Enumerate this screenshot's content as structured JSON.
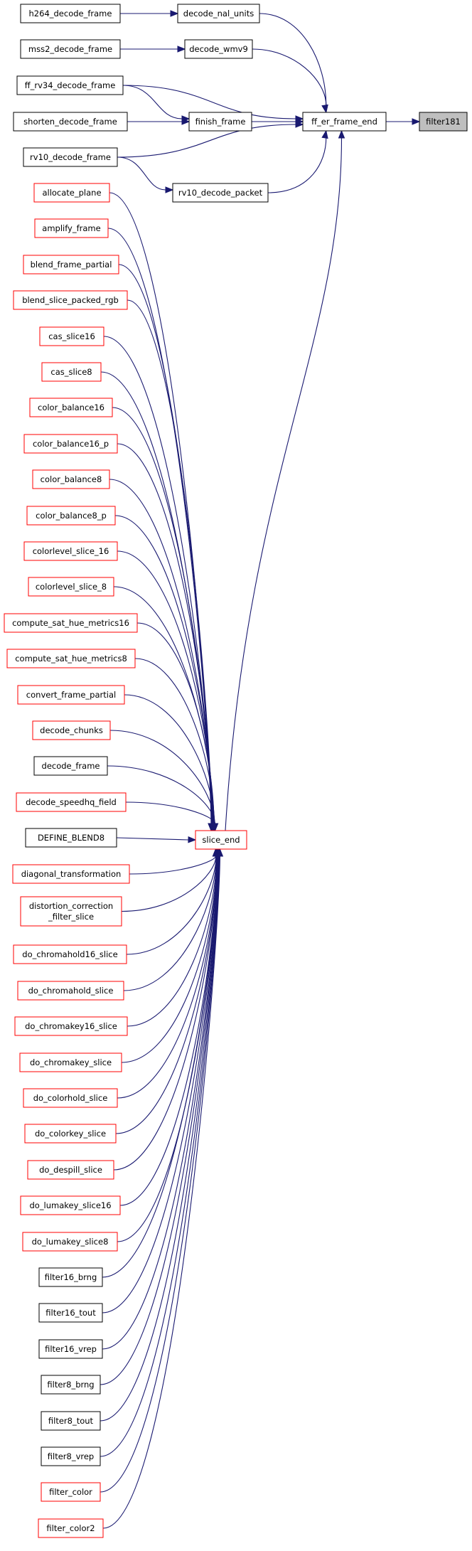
{
  "colors": {
    "edge": "#191970",
    "border_normal": "#000000",
    "border_truncated": "#ff0000",
    "fill_normal": "#ffffff",
    "fill_focus": "#bfbfbf"
  },
  "focus_node": "filter181",
  "nodes": [
    {
      "id": "filter181",
      "label": "filter181",
      "style": "focus"
    },
    {
      "id": "ff_er_frame_end",
      "label": "ff_er_frame_end",
      "style": "normal"
    },
    {
      "id": "decode_nal_units",
      "label": "decode_nal_units",
      "style": "normal"
    },
    {
      "id": "decode_wmv9",
      "label": "decode_wmv9",
      "style": "normal"
    },
    {
      "id": "finish_frame",
      "label": "finish_frame",
      "style": "normal"
    },
    {
      "id": "rv10_decode_packet",
      "label": "rv10_decode_packet",
      "style": "normal"
    },
    {
      "id": "h264_decode_frame",
      "label": "h264_decode_frame",
      "style": "normal"
    },
    {
      "id": "mss2_decode_frame",
      "label": "mss2_decode_frame",
      "style": "normal"
    },
    {
      "id": "ff_rv34_decode_frame",
      "label": "ff_rv34_decode_frame",
      "style": "normal"
    },
    {
      "id": "shorten_decode_frame",
      "label": "shorten_decode_frame",
      "style": "normal"
    },
    {
      "id": "rv10_decode_frame",
      "label": "rv10_decode_frame",
      "style": "normal"
    },
    {
      "id": "slice_end",
      "label": "slice_end",
      "style": "truncated"
    },
    {
      "id": "allocate_plane",
      "label": "allocate_plane",
      "style": "truncated"
    },
    {
      "id": "amplify_frame",
      "label": "amplify_frame",
      "style": "truncated"
    },
    {
      "id": "blend_frame_partial",
      "label": "blend_frame_partial",
      "style": "truncated"
    },
    {
      "id": "blend_slice_packed_rgb",
      "label": "blend_slice_packed_rgb",
      "style": "truncated"
    },
    {
      "id": "cas_slice16",
      "label": "cas_slice16",
      "style": "truncated"
    },
    {
      "id": "cas_slice8",
      "label": "cas_slice8",
      "style": "truncated"
    },
    {
      "id": "color_balance16",
      "label": "color_balance16",
      "style": "truncated"
    },
    {
      "id": "color_balance16_p",
      "label": "color_balance16_p",
      "style": "truncated"
    },
    {
      "id": "color_balance8",
      "label": "color_balance8",
      "style": "truncated"
    },
    {
      "id": "color_balance8_p",
      "label": "color_balance8_p",
      "style": "truncated"
    },
    {
      "id": "colorlevel_slice_16",
      "label": "colorlevel_slice_16",
      "style": "truncated"
    },
    {
      "id": "colorlevel_slice_8",
      "label": "colorlevel_slice_8",
      "style": "truncated"
    },
    {
      "id": "compute_sat_hue_metrics16",
      "label": "compute_sat_hue_metrics16",
      "style": "truncated"
    },
    {
      "id": "compute_sat_hue_metrics8",
      "label": "compute_sat_hue_metrics8",
      "style": "truncated"
    },
    {
      "id": "convert_frame_partial",
      "label": "convert_frame_partial",
      "style": "truncated"
    },
    {
      "id": "decode_chunks",
      "label": "decode_chunks",
      "style": "truncated"
    },
    {
      "id": "decode_frame",
      "label": "decode_frame",
      "style": "normal"
    },
    {
      "id": "decode_speedhq_field",
      "label": "decode_speedhq_field",
      "style": "truncated"
    },
    {
      "id": "DEFINE_BLEND8",
      "label": "DEFINE_BLEND8",
      "style": "normal"
    },
    {
      "id": "diagonal_transformation",
      "label": "diagonal_transformation",
      "style": "truncated"
    },
    {
      "id": "distortion_correction_filter_slice",
      "label": "distortion_correction\n_filter_slice",
      "style": "truncated"
    },
    {
      "id": "do_chromahold16_slice",
      "label": "do_chromahold16_slice",
      "style": "truncated"
    },
    {
      "id": "do_chromahold_slice",
      "label": "do_chromahold_slice",
      "style": "truncated"
    },
    {
      "id": "do_chromakey16_slice",
      "label": "do_chromakey16_slice",
      "style": "truncated"
    },
    {
      "id": "do_chromakey_slice",
      "label": "do_chromakey_slice",
      "style": "truncated"
    },
    {
      "id": "do_colorhold_slice",
      "label": "do_colorhold_slice",
      "style": "truncated"
    },
    {
      "id": "do_colorkey_slice",
      "label": "do_colorkey_slice",
      "style": "truncated"
    },
    {
      "id": "do_despill_slice",
      "label": "do_despill_slice",
      "style": "truncated"
    },
    {
      "id": "do_lumakey_slice16",
      "label": "do_lumakey_slice16",
      "style": "truncated"
    },
    {
      "id": "do_lumakey_slice8",
      "label": "do_lumakey_slice8",
      "style": "truncated"
    },
    {
      "id": "filter16_brng",
      "label": "filter16_brng",
      "style": "normal"
    },
    {
      "id": "filter16_tout",
      "label": "filter16_tout",
      "style": "normal"
    },
    {
      "id": "filter16_vrep",
      "label": "filter16_vrep",
      "style": "normal"
    },
    {
      "id": "filter8_brng",
      "label": "filter8_brng",
      "style": "normal"
    },
    {
      "id": "filter8_tout",
      "label": "filter8_tout",
      "style": "normal"
    },
    {
      "id": "filter8_vrep",
      "label": "filter8_vrep",
      "style": "normal"
    },
    {
      "id": "filter_color",
      "label": "filter_color",
      "style": "truncated"
    },
    {
      "id": "filter_color2",
      "label": "filter_color2",
      "style": "truncated"
    }
  ],
  "edges": [
    {
      "from": "ff_er_frame_end",
      "to": "filter181"
    },
    {
      "from": "decode_nal_units",
      "to": "ff_er_frame_end"
    },
    {
      "from": "decode_wmv9",
      "to": "ff_er_frame_end"
    },
    {
      "from": "ff_rv34_decode_frame",
      "to": "ff_er_frame_end"
    },
    {
      "from": "finish_frame",
      "to": "ff_er_frame_end"
    },
    {
      "from": "rv10_decode_frame",
      "to": "ff_er_frame_end"
    },
    {
      "from": "rv10_decode_packet",
      "to": "ff_er_frame_end"
    },
    {
      "from": "slice_end",
      "to": "ff_er_frame_end"
    },
    {
      "from": "h264_decode_frame",
      "to": "decode_nal_units"
    },
    {
      "from": "mss2_decode_frame",
      "to": "decode_wmv9"
    },
    {
      "from": "ff_rv34_decode_frame",
      "to": "finish_frame"
    },
    {
      "from": "shorten_decode_frame",
      "to": "finish_frame"
    },
    {
      "from": "rv10_decode_frame",
      "to": "rv10_decode_packet"
    },
    {
      "from": "allocate_plane",
      "to": "slice_end"
    },
    {
      "from": "amplify_frame",
      "to": "slice_end"
    },
    {
      "from": "blend_frame_partial",
      "to": "slice_end"
    },
    {
      "from": "blend_slice_packed_rgb",
      "to": "slice_end"
    },
    {
      "from": "cas_slice16",
      "to": "slice_end"
    },
    {
      "from": "cas_slice8",
      "to": "slice_end"
    },
    {
      "from": "color_balance16",
      "to": "slice_end"
    },
    {
      "from": "color_balance16_p",
      "to": "slice_end"
    },
    {
      "from": "color_balance8",
      "to": "slice_end"
    },
    {
      "from": "color_balance8_p",
      "to": "slice_end"
    },
    {
      "from": "colorlevel_slice_16",
      "to": "slice_end"
    },
    {
      "from": "colorlevel_slice_8",
      "to": "slice_end"
    },
    {
      "from": "compute_sat_hue_metrics16",
      "to": "slice_end"
    },
    {
      "from": "compute_sat_hue_metrics8",
      "to": "slice_end"
    },
    {
      "from": "convert_frame_partial",
      "to": "slice_end"
    },
    {
      "from": "decode_chunks",
      "to": "slice_end"
    },
    {
      "from": "decode_frame",
      "to": "slice_end"
    },
    {
      "from": "decode_speedhq_field",
      "to": "slice_end"
    },
    {
      "from": "DEFINE_BLEND8",
      "to": "slice_end"
    },
    {
      "from": "diagonal_transformation",
      "to": "slice_end"
    },
    {
      "from": "distortion_correction_filter_slice",
      "to": "slice_end"
    },
    {
      "from": "do_chromahold16_slice",
      "to": "slice_end"
    },
    {
      "from": "do_chromahold_slice",
      "to": "slice_end"
    },
    {
      "from": "do_chromakey16_slice",
      "to": "slice_end"
    },
    {
      "from": "do_chromakey_slice",
      "to": "slice_end"
    },
    {
      "from": "do_colorhold_slice",
      "to": "slice_end"
    },
    {
      "from": "do_colorkey_slice",
      "to": "slice_end"
    },
    {
      "from": "do_despill_slice",
      "to": "slice_end"
    },
    {
      "from": "do_lumakey_slice16",
      "to": "slice_end"
    },
    {
      "from": "do_lumakey_slice8",
      "to": "slice_end"
    },
    {
      "from": "filter16_brng",
      "to": "slice_end"
    },
    {
      "from": "filter16_tout",
      "to": "slice_end"
    },
    {
      "from": "filter16_vrep",
      "to": "slice_end"
    },
    {
      "from": "filter8_brng",
      "to": "slice_end"
    },
    {
      "from": "filter8_tout",
      "to": "slice_end"
    },
    {
      "from": "filter8_vrep",
      "to": "slice_end"
    },
    {
      "from": "filter_color",
      "to": "slice_end"
    },
    {
      "from": "filter_color2",
      "to": "slice_end"
    }
  ]
}
